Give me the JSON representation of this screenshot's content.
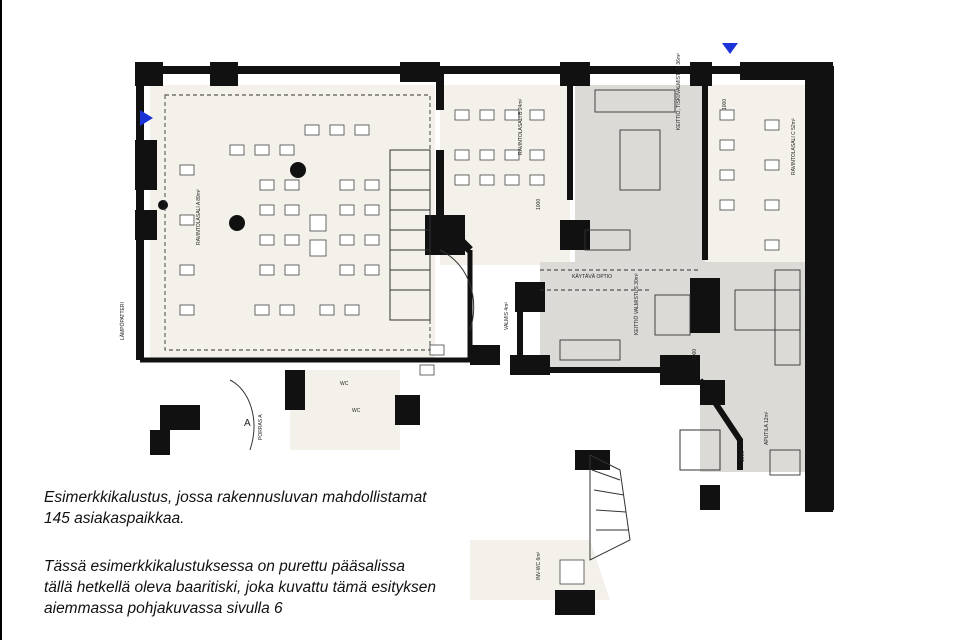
{
  "caption": {
    "paragraph1": [
      "Esimerkkikalustus, jossa rakennusluvan mahdollistamat",
      "145 asiakaspaikkaa."
    ],
    "paragraph2": [
      "Tässä esimerkkikalustuksessa on purettu pääsalissa",
      "tällä hetkellä oleva baaritiski, joka kuvattu tämä esityksen",
      "aiemmassa pohjakuvassa sivulla 6"
    ]
  },
  "labels": {
    "main_hall": "RAVINTOLASALI A 89m²",
    "hall_b": "RAVINTOLASALI B 24m²",
    "hall_c": "RAVINTOLASALI C 52m²",
    "kitchen1": "KEITTIÖ, TISKI/VALMISTUS 36m²",
    "corridor": "KÄYTÄVÄ OPTIO",
    "kitchen2": "KEITTIÖ VALMISTUS 30m²",
    "porras_a": "PORRAS A",
    "lamposeinä": "LÄMPÖPATTERI",
    "wc1": "WC",
    "wc2": "WC",
    "valmistus": "VALMIS 4m²",
    "apu": "APUTILA 12m²",
    "inv": "INV-WC 6m²",
    "door1": "1000",
    "door2": "1000",
    "door3": "1000",
    "door4": "1000",
    "letter_a": "A"
  },
  "colors": {
    "wall": "#111111",
    "floor_light": "#f3f1ea",
    "floor_grey": "#dcdad6",
    "entrance_marker": "#1a33d6"
  }
}
